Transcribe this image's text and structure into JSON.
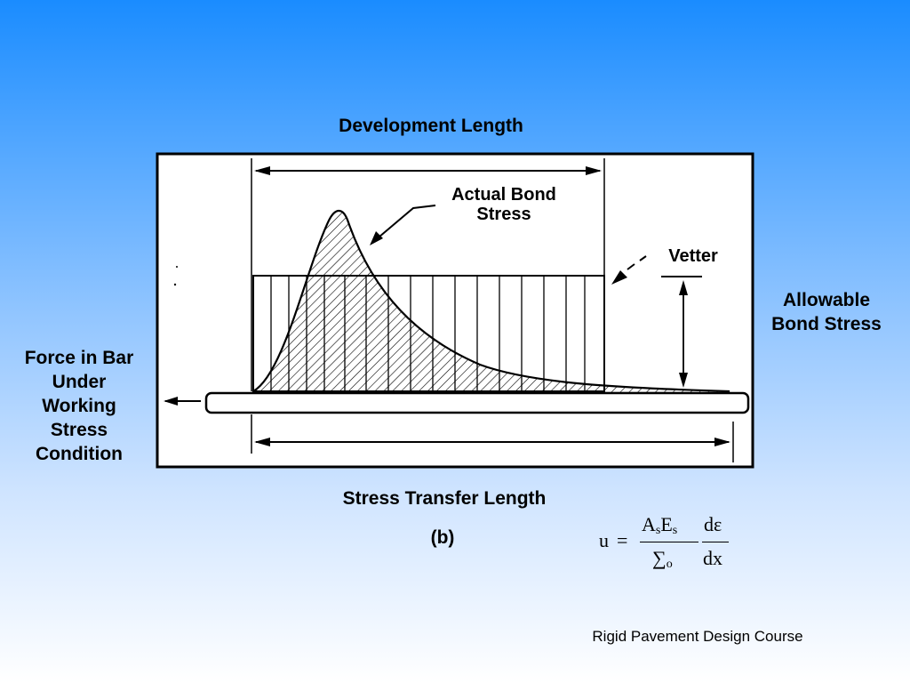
{
  "diagram": {
    "title_top": "Development Length",
    "actual_bond_line1": "Actual Bond",
    "actual_bond_line2": "Stress",
    "vetter": "Vetter",
    "allowable_bond": "Allowable Bond Stress",
    "force_in_bar": "Force in Bar Under Working Stress Condition",
    "stress_transfer": "Stress Transfer Length",
    "figure_label": "(b)"
  },
  "formula": {
    "u": "u",
    "equals": "=",
    "A": "A",
    "A_sub": "s",
    "E": "E",
    "E_sub": "s",
    "sigma": "∑",
    "sigma_sub": "o",
    "d_eps": "dε",
    "dx": "dx"
  },
  "footer": {
    "course": "Rigid Pavement Design Course"
  },
  "colors": {
    "background_top": "#1a8cff",
    "background_bottom": "#ffffff",
    "ink": "#000000"
  }
}
